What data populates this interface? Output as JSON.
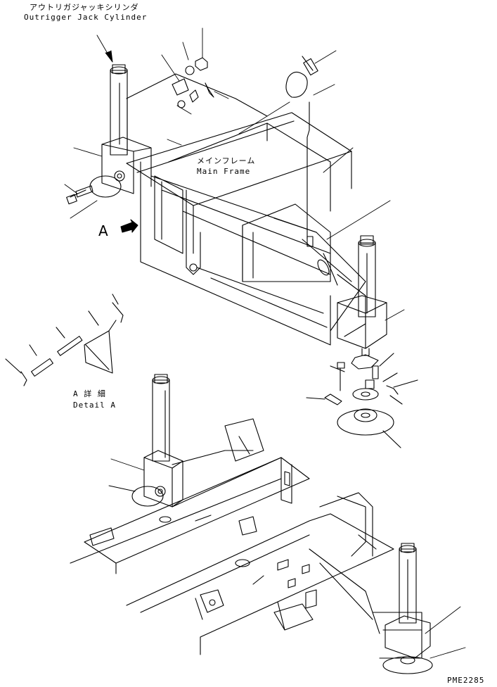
{
  "labels": {
    "cylinder_jp": "アウトリガジャッキシリンダ",
    "cylinder_en": "Outrigger Jack Cylinder",
    "frame_jp": "メインフレーム",
    "frame_en": "Main Frame",
    "view_a": "A",
    "detail_jp": "A 詳 細",
    "detail_en": "Detail A",
    "drawing_no": "PME2285"
  }
}
